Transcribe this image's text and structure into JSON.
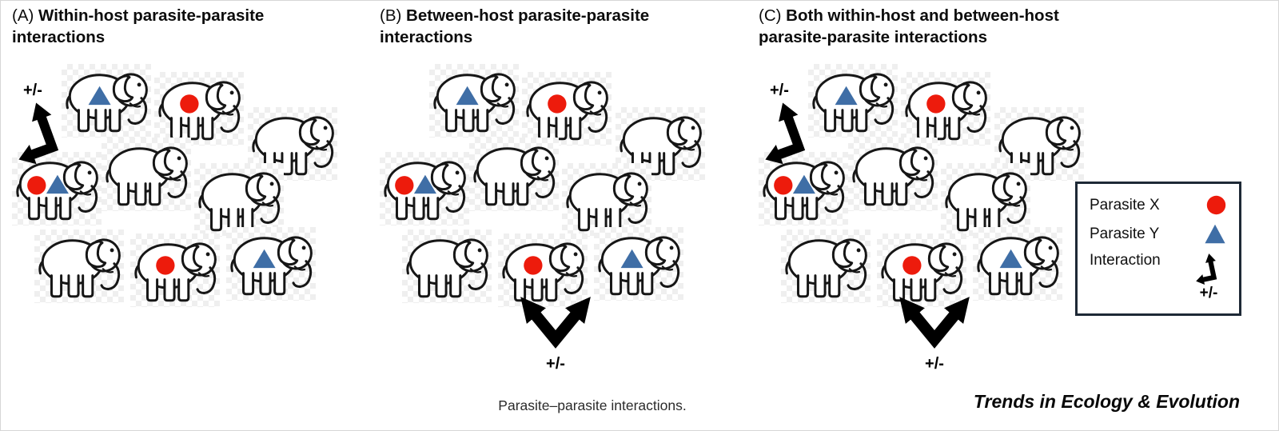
{
  "colors": {
    "parasite_x": "#ed1b0c",
    "parasite_y": "#3f6ea6",
    "arrow": "#000000",
    "legend_border": "#1e2936"
  },
  "panels": [
    {
      "tag": "(A)",
      "title": "Within-host parasite-parasite interactions",
      "within_host_arrow": true,
      "between_host_arrow": false,
      "arrow_label": "+/-",
      "hosts": [
        {
          "parasites": [
            "Y"
          ]
        },
        {
          "parasites": [
            "X"
          ]
        },
        {
          "parasites": []
        },
        {
          "parasites": [
            "X",
            "Y"
          ]
        },
        {
          "parasites": []
        },
        {
          "parasites": []
        },
        {
          "parasites": []
        },
        {
          "parasites": [
            "X"
          ]
        },
        {
          "parasites": [
            "Y"
          ]
        }
      ]
    },
    {
      "tag": "(B)",
      "title": "Between-host parasite-parasite interactions",
      "within_host_arrow": false,
      "between_host_arrow": true,
      "arrow_label": "+/-",
      "hosts": [
        {
          "parasites": [
            "Y"
          ]
        },
        {
          "parasites": [
            "X"
          ]
        },
        {
          "parasites": []
        },
        {
          "parasites": [
            "X",
            "Y"
          ]
        },
        {
          "parasites": []
        },
        {
          "parasites": []
        },
        {
          "parasites": []
        },
        {
          "parasites": [
            "X"
          ]
        },
        {
          "parasites": [
            "Y"
          ]
        }
      ]
    },
    {
      "tag": "(C)",
      "title": "Both within-host and between-host parasite-parasite interactions",
      "within_host_arrow": true,
      "between_host_arrow": true,
      "arrow_label": "+/-",
      "hosts": [
        {
          "parasites": [
            "Y"
          ]
        },
        {
          "parasites": [
            "X"
          ]
        },
        {
          "parasites": []
        },
        {
          "parasites": [
            "X",
            "Y"
          ]
        },
        {
          "parasites": []
        },
        {
          "parasites": []
        },
        {
          "parasites": []
        },
        {
          "parasites": [
            "X"
          ]
        },
        {
          "parasites": [
            "Y"
          ]
        }
      ]
    }
  ],
  "legend": {
    "items": [
      {
        "label": "Parasite X",
        "symbol": "red-circle"
      },
      {
        "label": "Parasite Y",
        "symbol": "blue-triangle"
      },
      {
        "label": "Interaction",
        "symbol": "bent-double-arrow",
        "suffix": "+/-"
      }
    ]
  },
  "caption": "Parasite–parasite interactions.",
  "journal": "Trends in Ecology & Evolution"
}
